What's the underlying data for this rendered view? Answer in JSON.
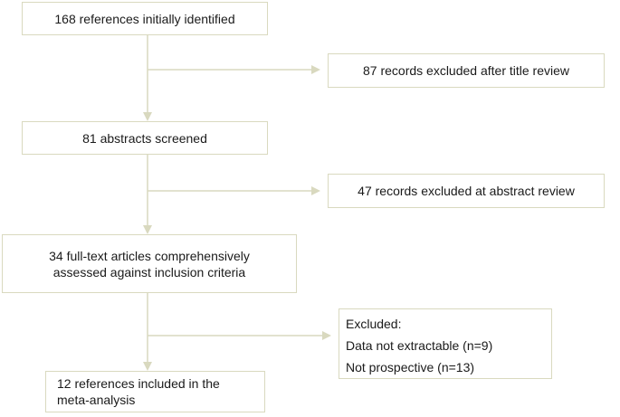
{
  "boxes": {
    "identified": "168 references initially identified",
    "excluded_title": "87 records excluded after title review",
    "screened": "81 abstracts screened",
    "excluded_abstract": "47 records excluded at abstract review",
    "fulltext_line1": "34 full-text articles comprehensively",
    "fulltext_line2": "assessed against inclusion criteria",
    "excluded_heading": "Excluded:",
    "excluded_item1": "Data not extractable (n=9)",
    "excluded_item2": "Not prospective (n=13)",
    "included_line1": "12 references included in the",
    "included_line2": "meta-analysis"
  },
  "colors": {
    "border": "#d9d9bf",
    "arrow": "#d9d9bf",
    "text": "#1a1a1a"
  }
}
